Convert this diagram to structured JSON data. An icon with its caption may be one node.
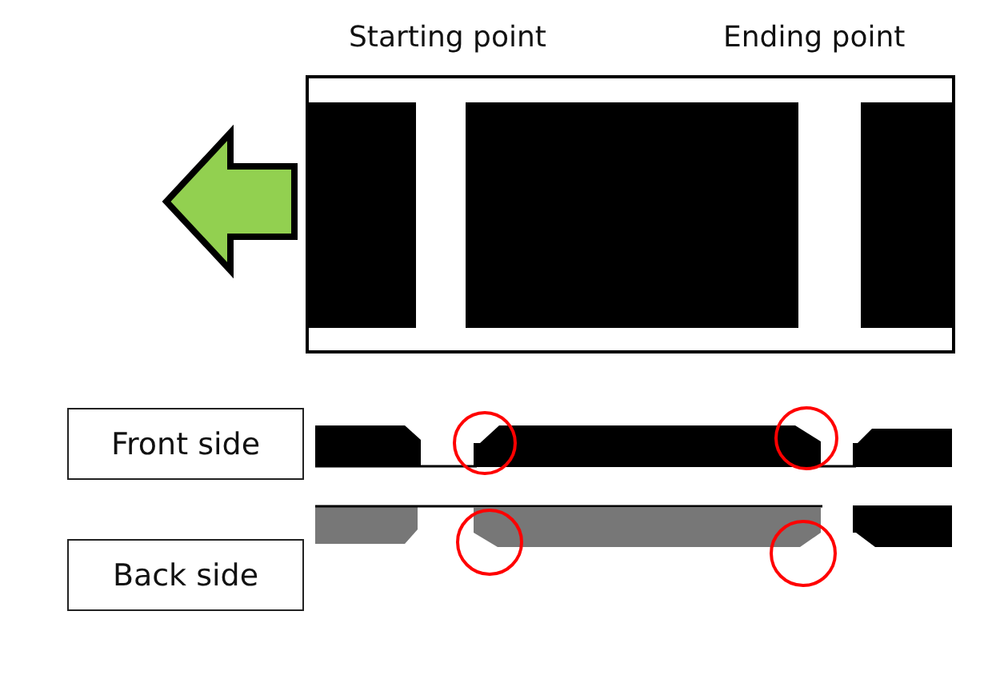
{
  "diagram": {
    "nodes": [
      {
        "text": [
          "Front side"
        ]
      },
      {
        "text": [
          "Back side"
        ]
      }
    ],
    "edges": [],
    "labels": [
      "Starting point",
      "Ending point"
    ]
  }
}
